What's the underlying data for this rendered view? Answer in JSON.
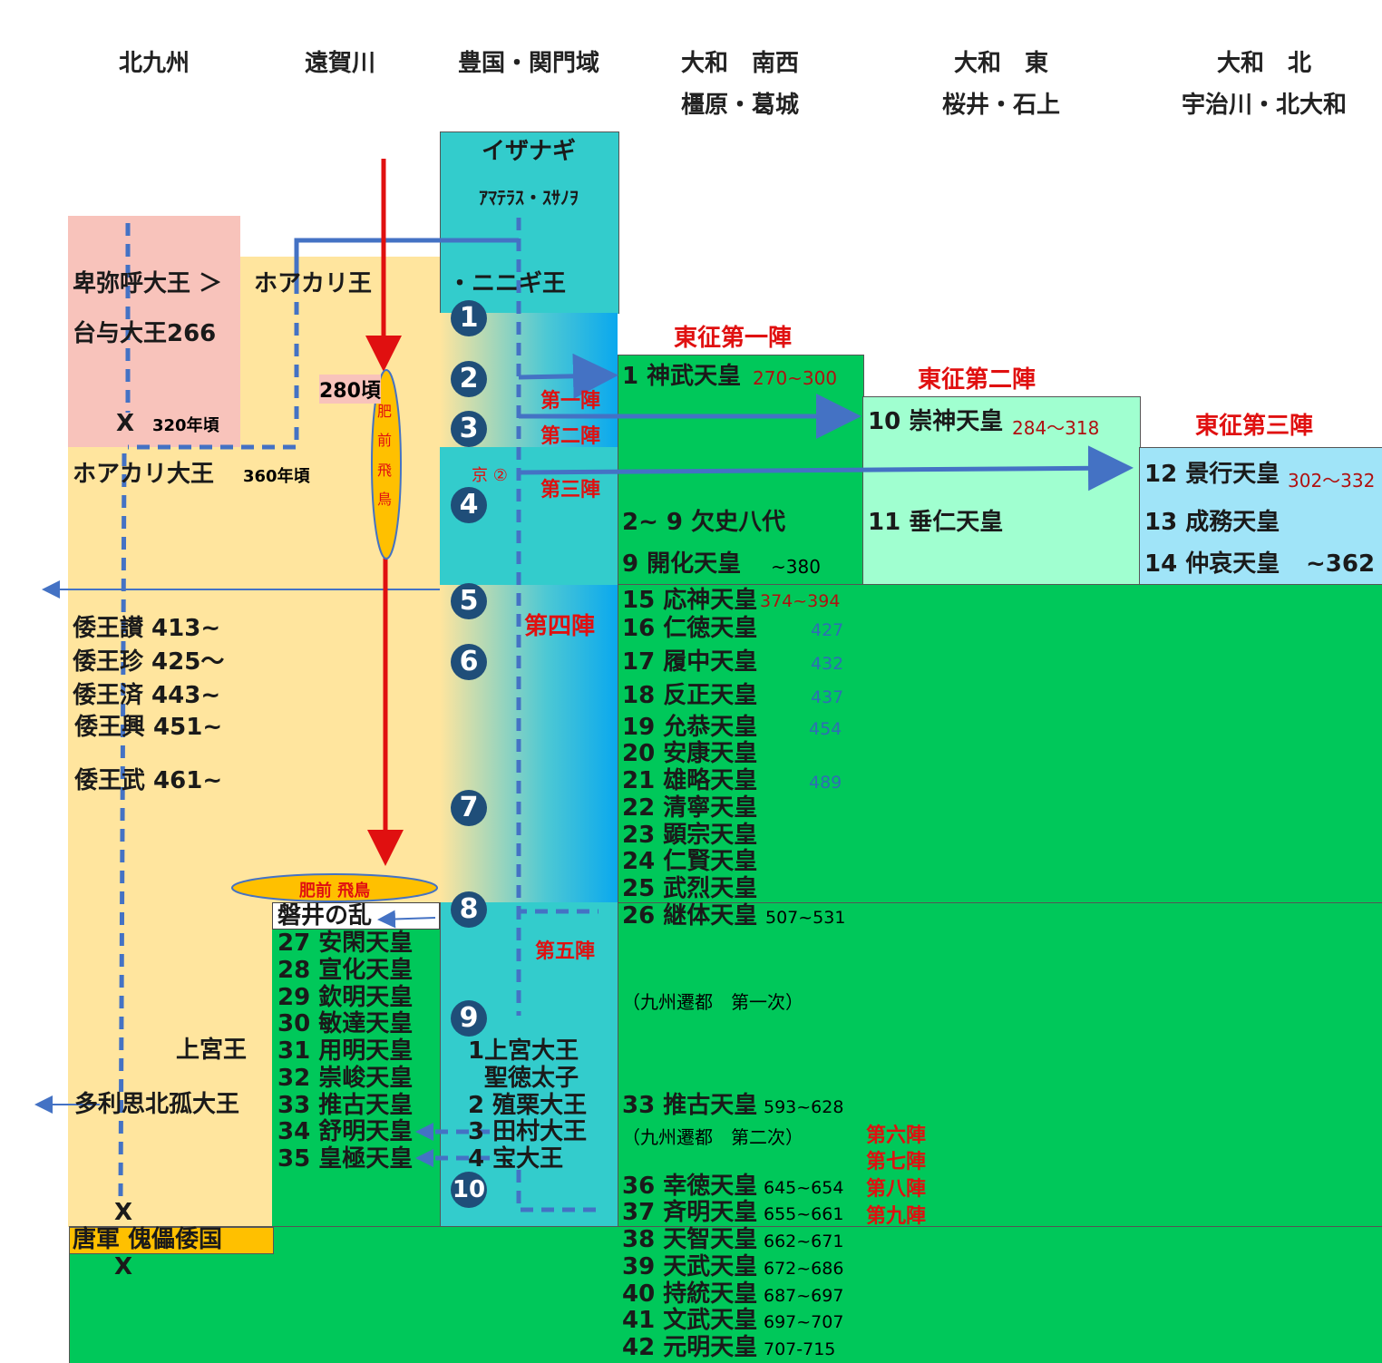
{
  "headers": {
    "col1": "北九州",
    "col2": "遠賀川",
    "col3": "豊国・関門域",
    "col4_line1": "大和　南西",
    "col4_line2": "橿原・葛城",
    "col5_line1": "大和　東",
    "col5_line2": "桜井・石上",
    "col6_line1": "大和　北",
    "col6_line2": "宇治川・北大和"
  },
  "toyo": {
    "izanagi": "イザナギ",
    "amaterasu": "ｱﾏﾃﾗｽ・ｽｻﾉｦ",
    "ninigi": "・ニニギ王",
    "kyo": "京 ②",
    "shotoku_1": "1上宮大王",
    "shotoku_2": "聖徳太子",
    "kings": [
      "2 殖栗大王",
      "3 田村大王",
      "4 宝大王"
    ]
  },
  "circles": [
    "1",
    "2",
    "3",
    "4",
    "5",
    "6",
    "7",
    "8",
    "9",
    "10"
  ],
  "kitakyushu": {
    "himiko": "卑弥呼大王 ＞",
    "toyo": "台与大王266",
    "x": "X",
    "year320": "320年頃",
    "hoakari_dai": "ホアカリ大王",
    "year360": "360年頃",
    "wa_kings": [
      "倭王讃 413~",
      "倭王珍 425～",
      "倭王済 443~",
      "倭王興 451~",
      "倭王武 461~"
    ],
    "jogu": "上宮王",
    "tarishi": "多利思北孤大王",
    "tang": "唐軍 傀儡倭国"
  },
  "onga": {
    "hoakari": "ホアカリ王",
    "y280": "280頃",
    "hizen_vertical": [
      "肥",
      "前",
      "飛",
      "鳥"
    ],
    "hizen_asuka": "肥前 飛鳥",
    "iwai": "磐井の乱",
    "emperors": [
      "27 安閑天皇",
      "28 宣化天皇",
      "29 欽明天皇",
      "30 敏達天皇",
      "31 用明天皇",
      "32 崇峻天皇",
      "33 推古天皇",
      "34 舒明天皇",
      "35 皇極天皇"
    ]
  },
  "campaigns": {
    "first": "東征第一陣",
    "second": "東征第二陣",
    "third": "東征第三陣",
    "j1": "第一陣",
    "j2": "第二陣",
    "j3": "第三陣",
    "j4": "第四陣",
    "j5": "第五陣",
    "j6": "第六陣",
    "j7": "第七陣",
    "j8": "第八陣",
    "j9": "第九陣"
  },
  "yamato_sw": {
    "jimmu": "1 神武天皇",
    "jimmu_years": "270~300",
    "kesshi": "2~ 9 欠史八代",
    "kaika": "9 開化天皇",
    "kaika_years": "~380",
    "ojin": "15 応神天皇",
    "ojin_years": "374~394",
    "rows": [
      {
        "name": "16 仁徳天皇",
        "year": "427"
      },
      {
        "name": "17 履中天皇",
        "year": "432"
      },
      {
        "name": "18 反正天皇",
        "year": "437"
      },
      {
        "name": "19 允恭天皇",
        "year": "454"
      },
      {
        "name": "20 安康天皇",
        "year": ""
      },
      {
        "name": "21 雄略天皇",
        "year": "489"
      },
      {
        "name": "22 清寧天皇",
        "year": ""
      },
      {
        "name": "23 顕宗天皇",
        "year": ""
      },
      {
        "name": "24 仁賢天皇",
        "year": ""
      },
      {
        "name": "25 武烈天皇",
        "year": ""
      }
    ],
    "keitai": "26 継体天皇",
    "keitai_years": "507~531",
    "sento1": "（九州遷都　第一次）",
    "suiko": "33 推古天皇",
    "suiko_years": "593~628",
    "sento2": "（九州遷都　第二次）",
    "later": [
      {
        "name": "36 幸徳天皇",
        "year": "645~654"
      },
      {
        "name": "37 斉明天皇",
        "year": "655~661"
      },
      {
        "name": "38 天智天皇",
        "year": "662~671"
      },
      {
        "name": "39 天武天皇",
        "year": "672~686"
      },
      {
        "name": "40 持統天皇",
        "year": "687~697"
      },
      {
        "name": "41 文武天皇",
        "year": "697~707"
      },
      {
        "name": "42 元明天皇",
        "year": "707-715"
      }
    ]
  },
  "yamato_e": {
    "sujin": "10 崇神天皇",
    "sujin_years": "284～318",
    "suinin": "11 垂仁天皇"
  },
  "yamato_n": {
    "keiko": "12 景行天皇",
    "keiko_years": "302～332",
    "seimu": "13 成務天皇",
    "chuai": "14 仲哀天皇",
    "chuai_years": "~362"
  }
}
